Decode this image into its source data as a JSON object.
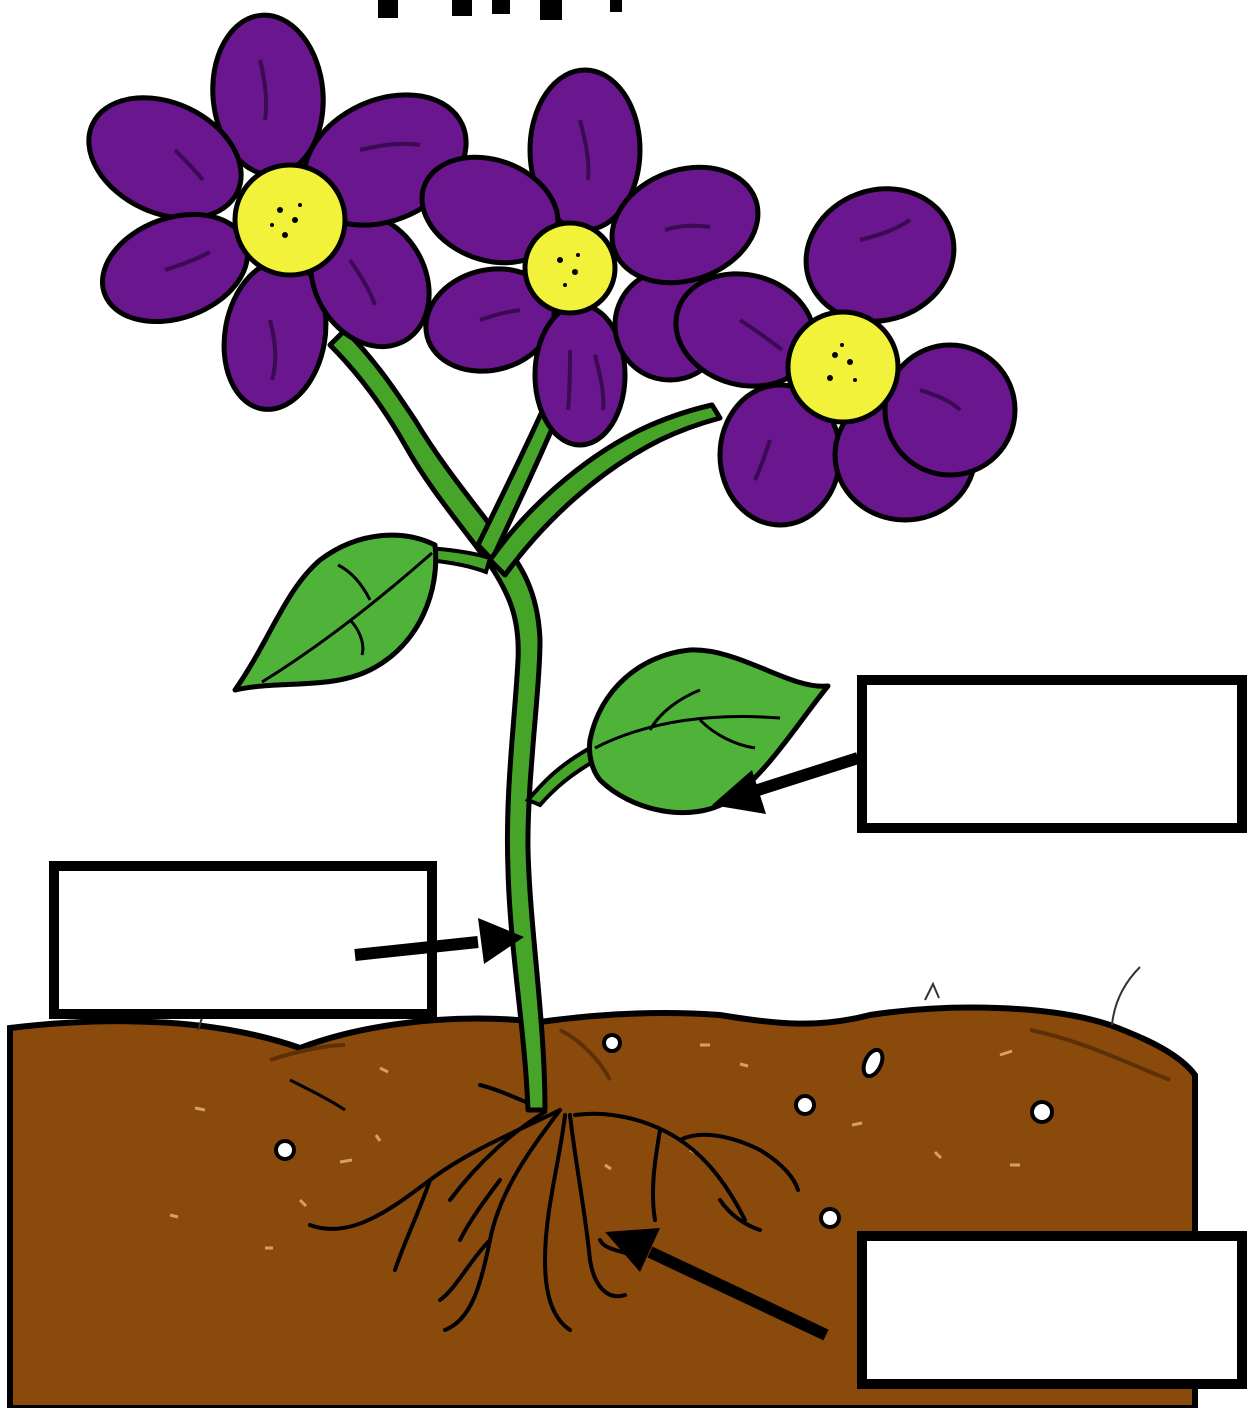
{
  "diagram": {
    "labels": [
      {
        "id": "leaf-label",
        "text": ""
      },
      {
        "id": "stem-label",
        "text": ""
      },
      {
        "id": "root-label",
        "text": ""
      }
    ]
  },
  "colors": {
    "petal": "#6a168f",
    "petal_vein": "#3a0a52",
    "flower_center": "#f2f23a",
    "stem": "#46a528",
    "leaf": "#4fb33a",
    "soil": "#8a4a0c",
    "soil_dark": "#5e3006",
    "outline": "#000000",
    "box_fill": "#ffffff"
  }
}
